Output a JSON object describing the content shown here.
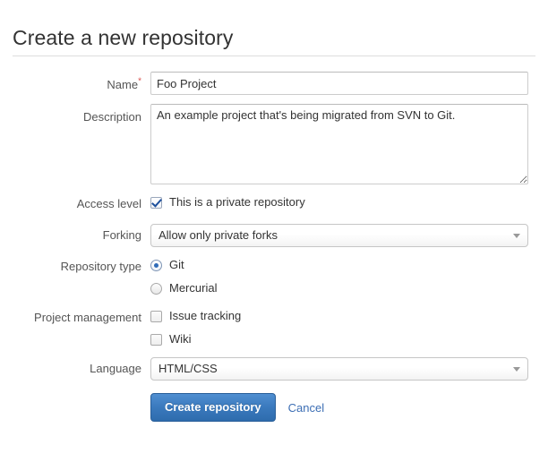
{
  "header": {
    "title": "Create a new repository"
  },
  "form": {
    "name": {
      "label": "Name",
      "required_marker": "*",
      "value": "Foo Project",
      "placeholder": ""
    },
    "description": {
      "label": "Description",
      "value": "An example project that's being migrated from SVN to Git.",
      "placeholder": ""
    },
    "access_level": {
      "label": "Access level",
      "checkbox_label": "This is a private repository",
      "checked": true
    },
    "forking": {
      "label": "Forking",
      "selected": "Allow only private forks"
    },
    "repository_type": {
      "label": "Repository type",
      "options": [
        {
          "label": "Git",
          "selected": true
        },
        {
          "label": "Mercurial",
          "selected": false
        }
      ]
    },
    "project_management": {
      "label": "Project management",
      "options": [
        {
          "label": "Issue tracking",
          "checked": false
        },
        {
          "label": "Wiki",
          "checked": false
        }
      ]
    },
    "language": {
      "label": "Language",
      "selected": "HTML/CSS"
    }
  },
  "actions": {
    "submit_label": "Create repository",
    "cancel_label": "Cancel"
  },
  "colors": {
    "primary_button": "#3a79bd",
    "link": "#3c6eb4",
    "required_asterisk": "#d9534f",
    "label_text": "#555555",
    "body_text": "#333333",
    "border": "#cccccc",
    "rule": "#dddddd"
  }
}
